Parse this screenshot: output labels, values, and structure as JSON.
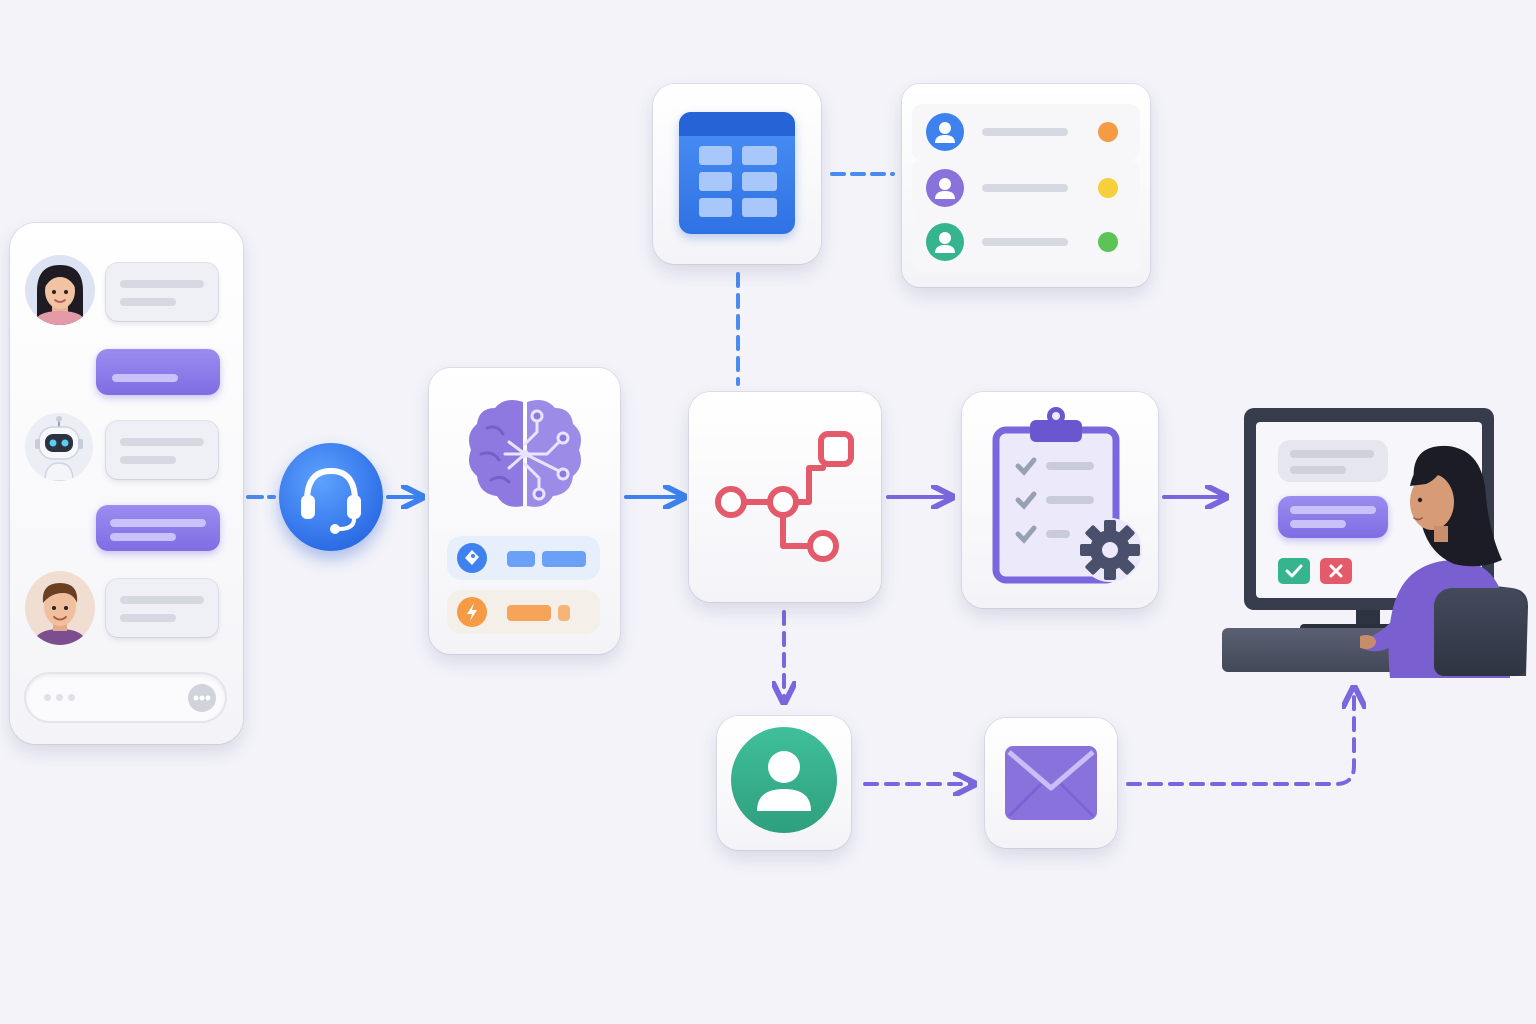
{
  "chat_panel": {
    "messages": [
      {
        "sender": "woman",
        "side": "incoming"
      },
      {
        "sender": "agent",
        "side": "outgoing"
      },
      {
        "sender": "robot",
        "side": "incoming"
      },
      {
        "sender": "agent",
        "side": "outgoing"
      },
      {
        "sender": "man",
        "side": "incoming"
      }
    ],
    "input_icon": "more-dots-icon"
  },
  "nodes": [
    {
      "id": "support",
      "icon": "headset-icon"
    },
    {
      "id": "ai",
      "icon": "brain-circuit-icon"
    },
    {
      "id": "database",
      "icon": "table-icon"
    },
    {
      "id": "customers",
      "icon": "user-list-icon"
    },
    {
      "id": "router",
      "icon": "branch-flow-icon"
    },
    {
      "id": "tasks",
      "icon": "clipboard-gear-icon"
    },
    {
      "id": "profile",
      "icon": "user-icon"
    },
    {
      "id": "email",
      "icon": "envelope-icon"
    },
    {
      "id": "workstation",
      "icon": "agent-at-computer-icon"
    }
  ],
  "colors": {
    "blue": "#3d82ee",
    "purple": "#7b67dd",
    "red": "#e35b6a",
    "green": "#36b38f",
    "orange": "#f59a45",
    "yellow": "#f6cf3c",
    "lime": "#5cc456"
  },
  "customer_status_colors": [
    "#f59a45",
    "#f6cf3c",
    "#5cc456"
  ]
}
